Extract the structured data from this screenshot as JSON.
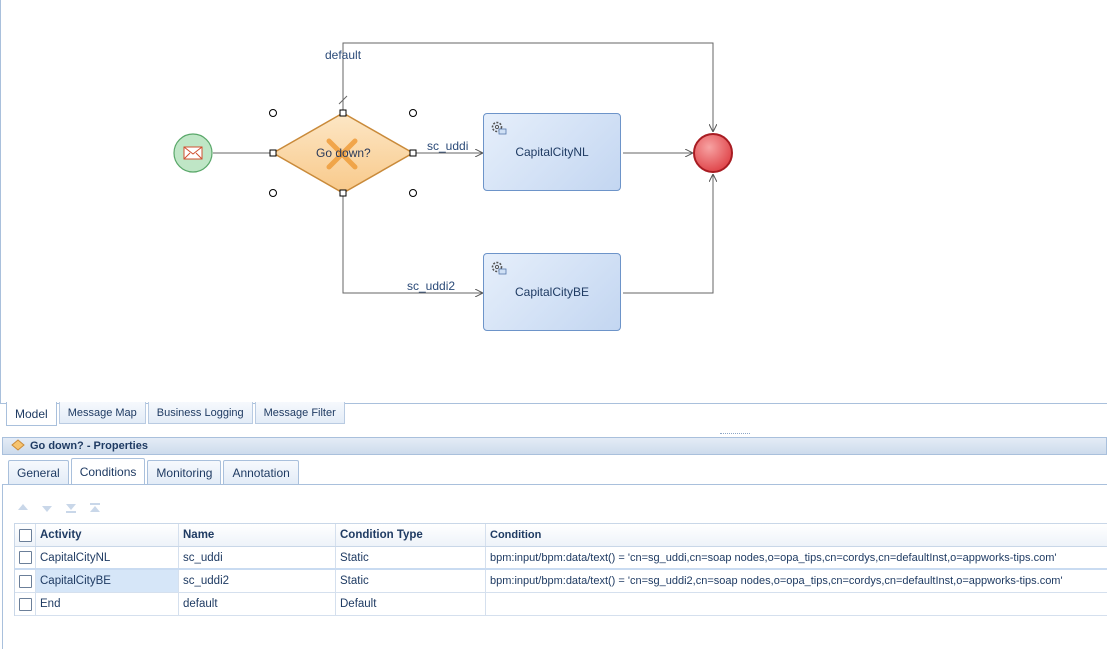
{
  "diagram": {
    "gateway_label": "Go down?",
    "flows": {
      "top": "default",
      "mid": "sc_uddi",
      "bottom": "sc_uddi2"
    },
    "tasks": [
      {
        "label": "CapitalCityNL"
      },
      {
        "label": "CapitalCityBE"
      }
    ]
  },
  "model_tabs": [
    "Model",
    "Message Map",
    "Business Logging",
    "Message Filter"
  ],
  "properties": {
    "title": "Go down? - Properties",
    "tabs": [
      "General",
      "Conditions",
      "Monitoring",
      "Annotation"
    ],
    "active_tab": "Conditions",
    "columns": [
      "Activity",
      "Name",
      "Condition Type",
      "Condition"
    ],
    "rows": [
      {
        "activity": "CapitalCityNL",
        "name": "sc_uddi",
        "type": "Static",
        "condition": "bpm:input/bpm:data/text() = 'cn=sg_uddi,cn=soap nodes,o=opa_tips,cn=cordys,cn=defaultInst,o=appworks-tips.com'"
      },
      {
        "activity": "CapitalCityBE",
        "name": "sc_uddi2",
        "type": "Static",
        "condition": "bpm:input/bpm:data/text() = 'cn=sg_uddi2,cn=soap nodes,o=opa_tips,cn=cordys,cn=defaultInst,o=appworks-tips.com'"
      },
      {
        "activity": "End",
        "name": "default",
        "type": "Default",
        "condition": ""
      }
    ]
  },
  "colors": {
    "start_event": "#b7e3bf",
    "end_event": "#e0474c",
    "gateway_fill": "#fbd9a6",
    "gateway_x": "#f0a040",
    "accent_border": "#a9c0dc"
  },
  "icons": {
    "start": "envelope-icon",
    "gateway": "exclusive-gateway-icon",
    "task": "gear-icon",
    "toolbar": [
      "move-up-icon",
      "move-down-icon",
      "move-bottom-icon",
      "move-top-icon"
    ]
  }
}
